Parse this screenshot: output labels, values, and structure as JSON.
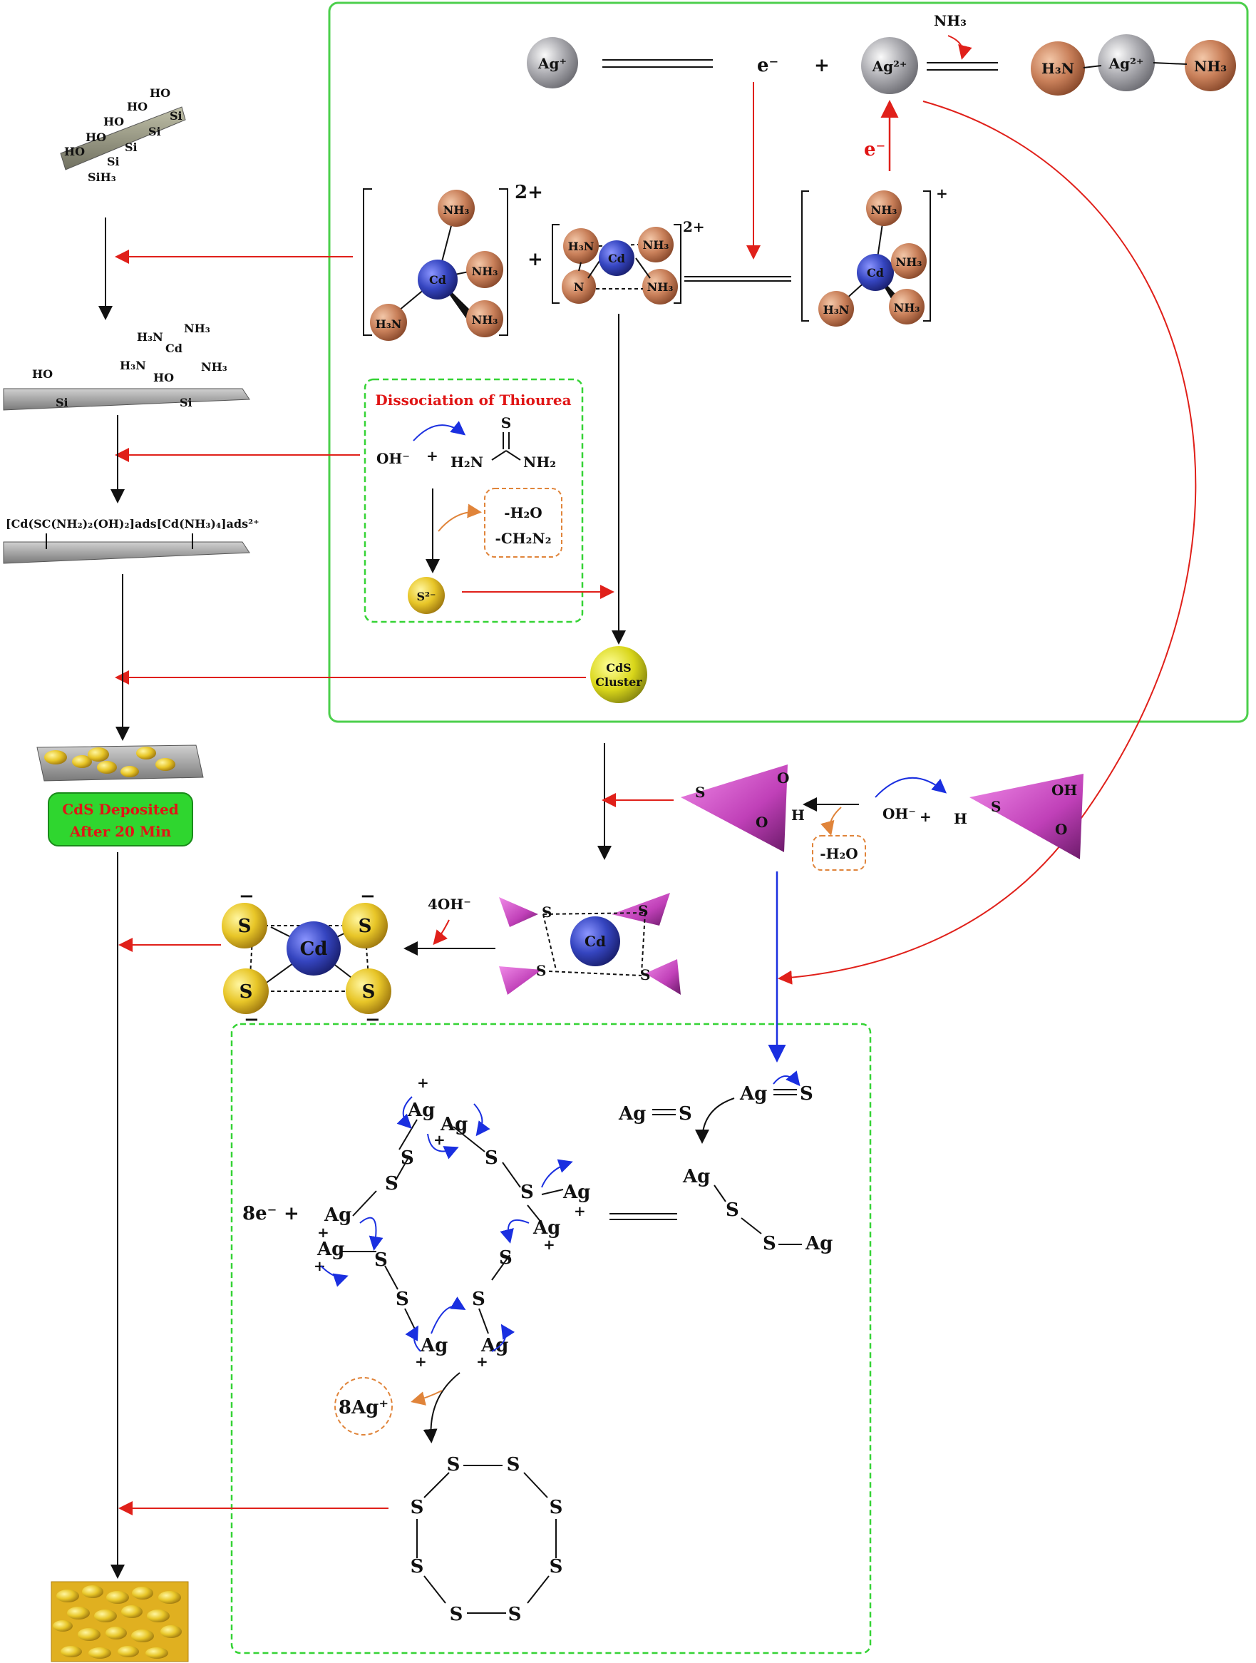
{
  "colors": {
    "box_green": "#4ccf4c",
    "dashed_green": "#35d335",
    "arrow_red": "#e0201a",
    "arrow_blue": "#1a2fe0",
    "arrow_orange": "#e0843a",
    "cd_blue": "#3545c0",
    "ammonia_orange": "#c9805a",
    "silver_grey": "#a8a8ad",
    "sulfur_yellow": "#e8c628",
    "ligand_magenta": "#c040b8",
    "substrate_grey": "#a0a0a0",
    "substrate_olive": "#a8a890"
  },
  "silver_redox": {
    "ag_plus": "Ag⁺",
    "electron": "e⁻",
    "plus": "+",
    "ag_2plus": "Ag²⁺",
    "nh3_label": "NH₃",
    "complex_left": "H₃N",
    "complex_center": "Ag²⁺",
    "complex_right": "NH₃",
    "electron_up": "e⁻"
  },
  "cadmium_complex": {
    "charge_left": "2+",
    "plus": "+",
    "cd": "Cd",
    "nh3": "NH₃",
    "h3n": "H₃N",
    "n": "N",
    "charge_middle": "2+",
    "charge_right": "+"
  },
  "thiourea": {
    "title": "Dissociation of Thiourea",
    "oh": "OH⁻",
    "plus": "+",
    "s_atom": "S",
    "h2n": "H₂N",
    "nh2": "NH₂",
    "byproduct_1": "-H₂O",
    "byproduct_2": "-CH₂N₂",
    "sulfide": "S²⁻"
  },
  "cds_cluster": {
    "line1": "CdS",
    "line2": "Cluster"
  },
  "substrate": {
    "ho": "HO",
    "si": "Si",
    "sih3": "SiH₃",
    "cd_ammine_h3n": "H₃N",
    "cd_ammine_nh3": "NH₃",
    "cd_ammine_cd": "Cd",
    "adsorbed_formula": "[Cd(SC(NH₂)₂(OH)₂]ads[Cd(NH₃)₄]ads²⁺",
    "deposit_line1": "CdS Deposited",
    "deposit_line2": "After 20 Min"
  },
  "mpa": {
    "s": "S",
    "o": "O",
    "oh": "OH",
    "h": "H",
    "hydroxide": "OH⁻",
    "plus": "+",
    "water": "-H₂O"
  },
  "cd_thiolate": {
    "four_oh": "4OH⁻",
    "s": "S",
    "cd": "Cd",
    "minus": "−"
  },
  "silver_sulfide": {
    "electrons": "8e⁻",
    "plus": "+",
    "ag": "Ag",
    "s": "S",
    "charge_plus": "+",
    "released_ag": "8Ag⁺"
  }
}
